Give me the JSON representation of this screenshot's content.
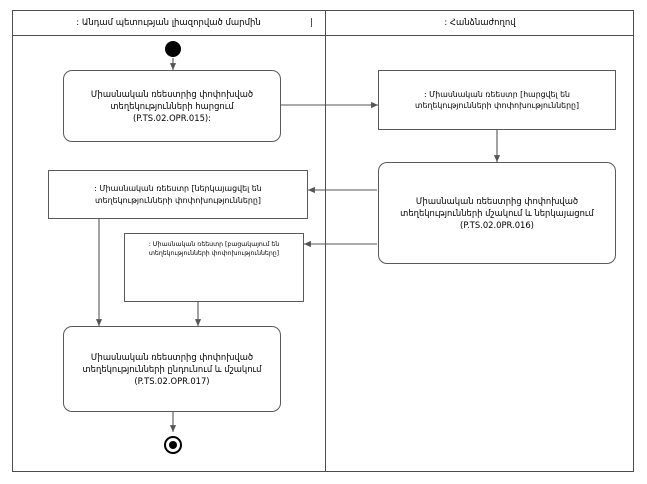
{
  "diagram": {
    "type": "uml-activity-diagram",
    "notation": "swimlane",
    "stroke_color": "#4d4d4d",
    "node_stroke_color": "#5a5a5a",
    "background": "#ffffff"
  },
  "lanes": [
    {
      "id": "lane-member-state",
      "title": ": Անդամ պետության լիազորված մարմին",
      "tick": "|"
    },
    {
      "id": "lane-commission",
      "title": ": Հանձնաժողով",
      "tick": ""
    }
  ],
  "nodes": {
    "start": {
      "name": "initial-node",
      "label": ""
    },
    "request_activity": {
      "label": "Միասնական ռեեստրից փոփոխված տեղեկությունների հարցում (P.TS.02.OPR.015):"
    },
    "register_requested_object": {
      "label": ": Միասնական ռեեստր [հարցվել են տեղեկությունների փոփոխությունները]"
    },
    "process_present_activity": {
      "label": "Միասնական ռեեստրից փոփոխված տեղեկությունների մշակում և ներկայացում (P.TS.02.0PR.016)"
    },
    "register_presented_object": {
      "label": ": Միասնական ռեեստր [ներկայացվել են տեղեկությունների փոփոխությունները]"
    },
    "register_absent_object": {
      "label": ": Միասնական ռեեստր [բացակայում են տեղեկությունների փոփոխությունները]"
    },
    "receive_process_activity": {
      "label": "Միասնական ռեեստրից փոփոխված տեղեկությունների ընդունում և մշակում (P.TS.02.OPR.017)"
    },
    "end": {
      "name": "final-node",
      "label": ""
    }
  }
}
